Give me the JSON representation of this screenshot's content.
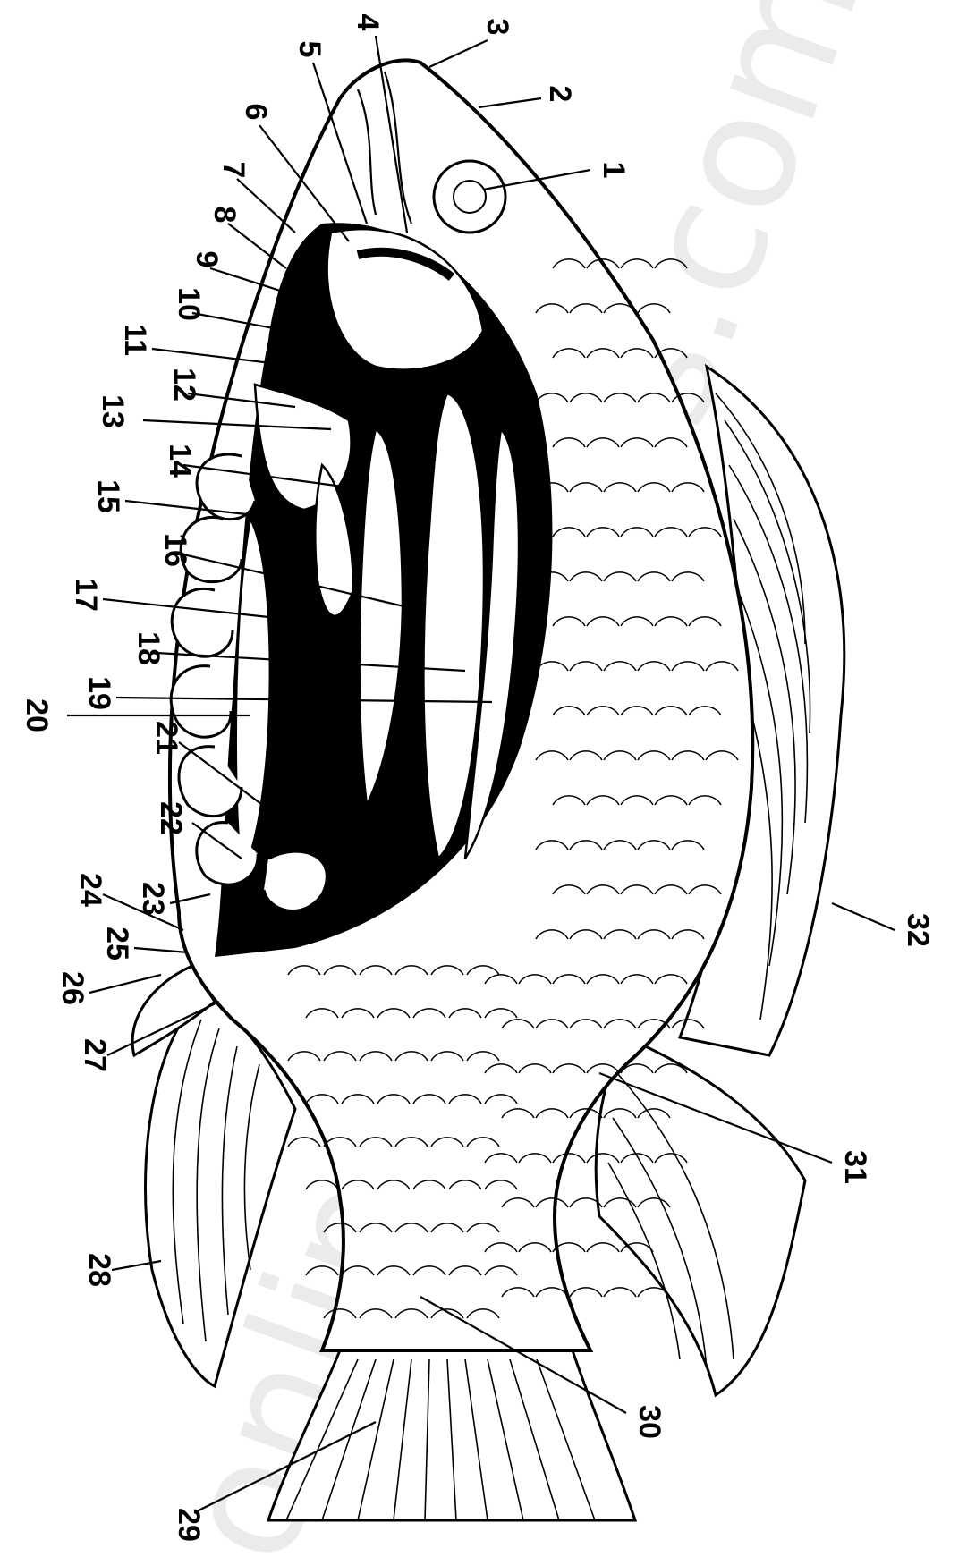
{
  "watermark": "onlinezoologists.com",
  "labels": [
    {
      "id": "1",
      "text": "1"
    },
    {
      "id": "2",
      "text": "2"
    },
    {
      "id": "3",
      "text": "3"
    },
    {
      "id": "4",
      "text": "4"
    },
    {
      "id": "5",
      "text": "5"
    },
    {
      "id": "6",
      "text": "6"
    },
    {
      "id": "7",
      "text": "7"
    },
    {
      "id": "8",
      "text": "8"
    },
    {
      "id": "9",
      "text": "9"
    },
    {
      "id": "10",
      "text": "10"
    },
    {
      "id": "11",
      "text": "11"
    },
    {
      "id": "12",
      "text": "12"
    },
    {
      "id": "13",
      "text": "13"
    },
    {
      "id": "14",
      "text": "14"
    },
    {
      "id": "15",
      "text": "15"
    },
    {
      "id": "16",
      "text": "16"
    },
    {
      "id": "17",
      "text": "17"
    },
    {
      "id": "18",
      "text": "18"
    },
    {
      "id": "19",
      "text": "19"
    },
    {
      "id": "20",
      "text": "20"
    },
    {
      "id": "21",
      "text": "21"
    },
    {
      "id": "22",
      "text": "22"
    },
    {
      "id": "23",
      "text": "23"
    },
    {
      "id": "24",
      "text": "24"
    },
    {
      "id": "25",
      "text": "25"
    },
    {
      "id": "26",
      "text": "26"
    },
    {
      "id": "27",
      "text": "27"
    },
    {
      "id": "28",
      "text": "28"
    },
    {
      "id": "29",
      "text": "29"
    },
    {
      "id": "30",
      "text": "30"
    },
    {
      "id": "31",
      "text": "31"
    },
    {
      "id": "32",
      "text": "32"
    }
  ],
  "colors": {
    "ink": "#000000",
    "paper": "#ffffff"
  }
}
